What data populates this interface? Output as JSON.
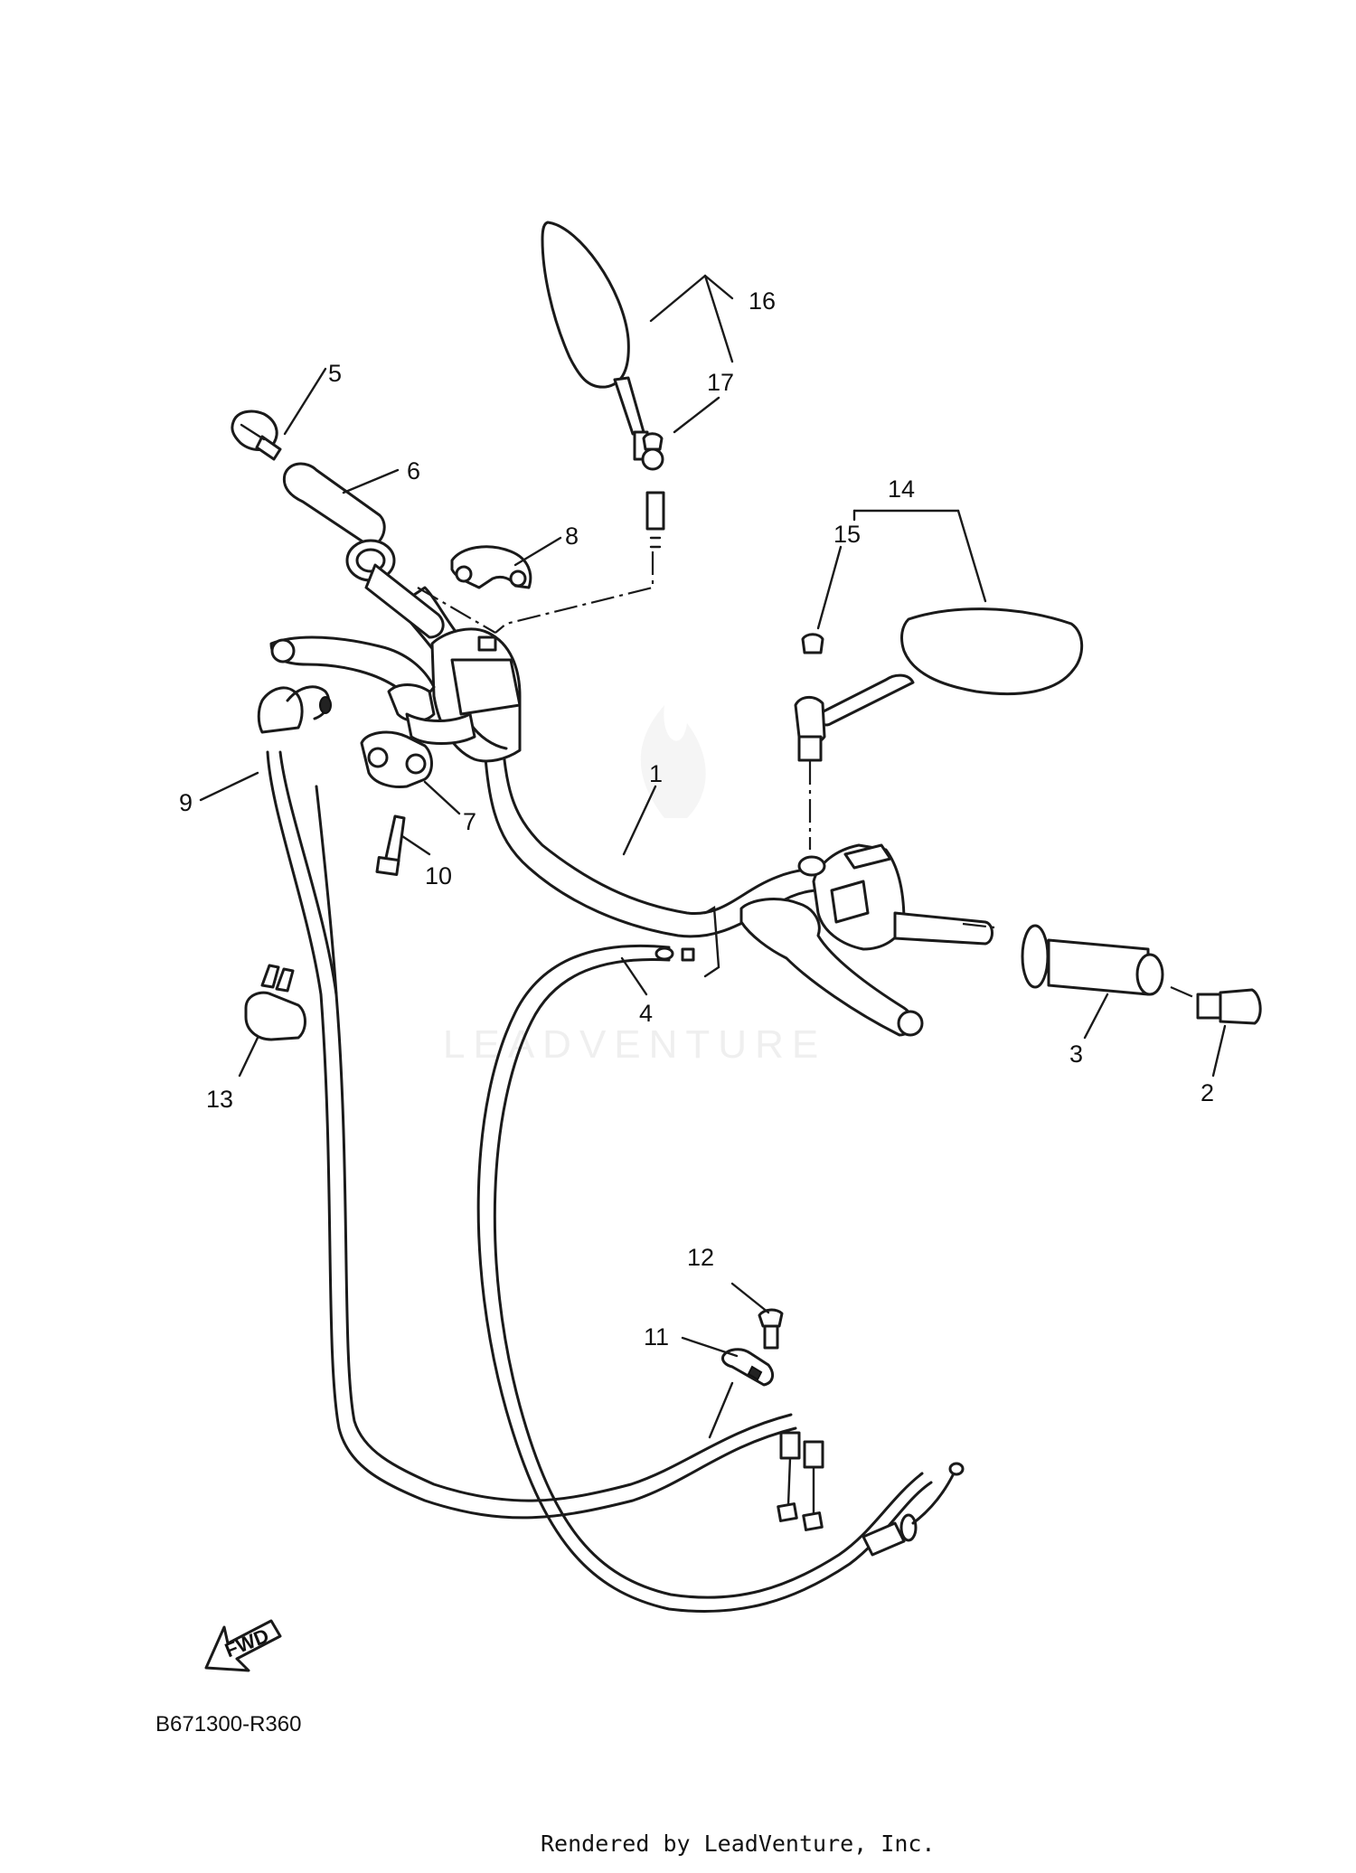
{
  "diagram": {
    "reference_code": "B671300-R360",
    "forward_arrow_label": "FWD",
    "watermark": "LEADVENTURE",
    "render_credit": "Rendered by LeadVenture, Inc.",
    "callouts": [
      {
        "id": "1",
        "label": "1"
      },
      {
        "id": "2",
        "label": "2"
      },
      {
        "id": "3",
        "label": "3"
      },
      {
        "id": "4",
        "label": "4"
      },
      {
        "id": "5",
        "label": "5"
      },
      {
        "id": "6",
        "label": "6"
      },
      {
        "id": "7",
        "label": "7"
      },
      {
        "id": "8",
        "label": "8"
      },
      {
        "id": "9",
        "label": "9"
      },
      {
        "id": "10",
        "label": "10"
      },
      {
        "id": "11",
        "label": "11"
      },
      {
        "id": "12",
        "label": "12"
      },
      {
        "id": "13",
        "label": "13"
      },
      {
        "id": "14",
        "label": "14"
      },
      {
        "id": "15",
        "label": "15"
      },
      {
        "id": "16",
        "label": "16"
      },
      {
        "id": "17",
        "label": "17"
      }
    ]
  }
}
